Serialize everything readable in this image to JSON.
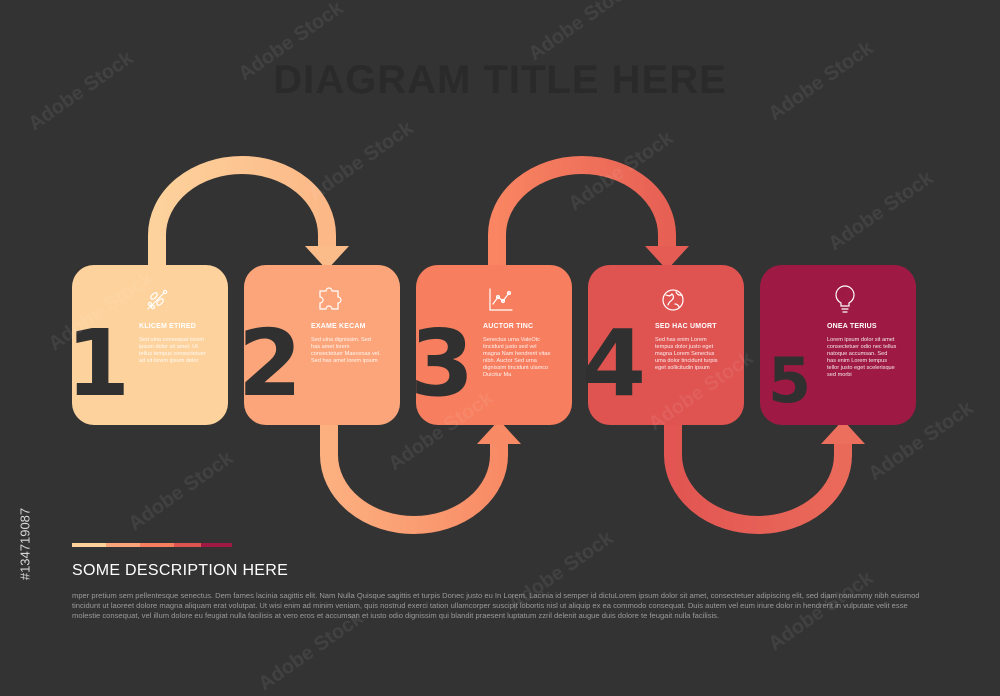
{
  "title": "DIAGRAM TITLE HERE",
  "steps": [
    {
      "number": "1",
      "icon": "holly-icon",
      "title": "KLICEM ETIRED",
      "text": "Sed ulna consequat lorem ipsum dolor sit amet. Ut tellus tempus consectetuer ad sit lorem ipsum dolor",
      "color": "#FDD29C"
    },
    {
      "number": "2",
      "icon": "puzzle-icon",
      "title": "EXAME KECAM",
      "text": "Sed ulna dignissim. Sed has amet lorem consectetuer Maecenas vel. Sed has amet lorem ipsum",
      "color": "#FCA57A"
    },
    {
      "number": "3",
      "icon": "chart-icon",
      "title": "AUCTOR TINC",
      "text": "Senectus urna ValeOtc tincidunt justo sed vel magna Nam hendrerit vitae nibh. Auctor Sed urna dignissim tincidunt ulamco Duicitur Ma",
      "color": "#F77E5E"
    },
    {
      "number": "4",
      "icon": "globe-icon",
      "title": "SED HAC UMORT",
      "text": "Sed has enim Lorem tempus dolor justo eget magna Lorem Senectus uma dolor tincidunt turpis eget sollicitudin ipsum",
      "color": "#DF5351"
    },
    {
      "number": "5",
      "icon": "lightbulb-icon",
      "title": "ONEA TERIUS",
      "text": "Lorem ipsum dolor sit amet consectetuer odio nec tellus natoque accumsan. Sed has enim Lorem tempus tellor justo eget scelerisque sed morbi",
      "color": "#9E1A44"
    }
  ],
  "description": {
    "heading": "SOME DESCRIPTION HERE",
    "body": "mper pretium sem pellentesque senectus. Dem fames lacinia sagittis elit. Nam Nulla Quisque sagittis et turpis Donec justo eu In Lorem. Lacinia id semper id dictuLorem ipsum dolor sit amet, consectetuer adipiscing elit, sed diam nonummy nibh euismod tincidunt ut laoreet dolore magna aliquam erat volutpat. Ut wisi enim ad minim veniam, quis nostrud exerci tation ullamcorper suscipit lobortis nisl ut aliquip ex ea commodo consequat. Duis autem vel eum iriure dolor in hendrerit in vulputate velit esse molestie consequat, vel illum dolore eu feugiat nulla facilisis at vero eros et accumsan et iusto odio dignissim qui blandit praesent luptatum zzril delenit augue duis dolore te feugait nulla facilisis."
  },
  "watermark": {
    "stock_id": "#134719087",
    "brand": "Adobe Stock"
  },
  "colors": {
    "background": "#333333",
    "number": "#303030"
  }
}
